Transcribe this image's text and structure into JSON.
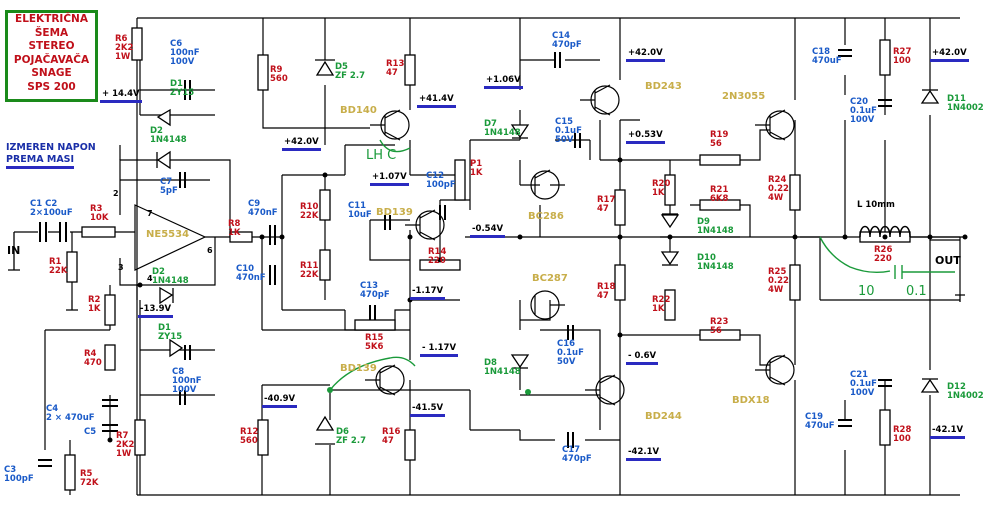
{
  "title_lines": [
    "ELEKTRIČNA",
    "ŠEMA",
    "STEREO",
    "POJAČAVAČA",
    "SNAGE",
    "SPS 200"
  ],
  "note_lines": [
    "IZMEREN NAPON",
    "PREMA MASI"
  ],
  "io": {
    "input": "IN",
    "output": "OUT"
  },
  "voltages": [
    {
      "id": "v1",
      "text": "+ 14.4V"
    },
    {
      "id": "v2",
      "text": "+42.0V"
    },
    {
      "id": "v3",
      "text": "+1.06V"
    },
    {
      "id": "v4",
      "text": "+41.4V"
    },
    {
      "id": "v5",
      "text": "+42.0V"
    },
    {
      "id": "v6",
      "text": "+42.0V"
    },
    {
      "id": "v7",
      "text": "+1.07V"
    },
    {
      "id": "v8",
      "text": "+0.53V"
    },
    {
      "id": "v9",
      "text": "-0.54V"
    },
    {
      "id": "v10",
      "text": "-13.9V"
    },
    {
      "id": "v11",
      "text": "-1.17V"
    },
    {
      "id": "v12",
      "text": "- 1.17V"
    },
    {
      "id": "v13",
      "text": "- 0.6V"
    },
    {
      "id": "v14",
      "text": "-40.9V"
    },
    {
      "id": "v15",
      "text": "-41.5V"
    },
    {
      "id": "v16",
      "text": "-42.1V"
    },
    {
      "id": "v17",
      "text": "-42.1V"
    }
  ],
  "resistors": [
    {
      "id": "r6",
      "name": "R6",
      "value": "2K2\n1W"
    },
    {
      "id": "r9",
      "name": "R9",
      "value": "560"
    },
    {
      "id": "r13",
      "name": "R13",
      "value": "47"
    },
    {
      "id": "r3",
      "name": "R3",
      "value": "10K"
    },
    {
      "id": "r1",
      "name": "R1",
      "value": "22K"
    },
    {
      "id": "r8",
      "name": "R8",
      "value": "1K"
    },
    {
      "id": "r10",
      "name": "R10",
      "value": "22K"
    },
    {
      "id": "r11",
      "name": "R11",
      "value": "22K"
    },
    {
      "id": "r14",
      "name": "R14",
      "value": "220"
    },
    {
      "id": "r17",
      "name": "R17",
      "value": "47"
    },
    {
      "id": "r19",
      "name": "R19",
      "value": "56"
    },
    {
      "id": "r20",
      "name": "R20",
      "value": "1K"
    },
    {
      "id": "r21",
      "name": "R21",
      "value": "6K8"
    },
    {
      "id": "r24",
      "name": "R24",
      "value": "0.22\n4W"
    },
    {
      "id": "r27",
      "name": "R27",
      "value": "100"
    },
    {
      "id": "r26",
      "name": "R26",
      "value": "220"
    },
    {
      "id": "r2",
      "name": "R2",
      "value": "1K"
    },
    {
      "id": "r4",
      "name": "R4",
      "value": "470"
    },
    {
      "id": "r15",
      "name": "R15",
      "value": "5K6"
    },
    {
      "id": "r18",
      "name": "R18",
      "value": "47"
    },
    {
      "id": "r22",
      "name": "R22",
      "value": "1K"
    },
    {
      "id": "r23",
      "name": "R23",
      "value": "56"
    },
    {
      "id": "r25",
      "name": "R25",
      "value": "0.22\n4W"
    },
    {
      "id": "r12",
      "name": "R12",
      "value": "560"
    },
    {
      "id": "r16",
      "name": "R16",
      "value": "47"
    },
    {
      "id": "r7",
      "name": "R7",
      "value": "2K2\n1W"
    },
    {
      "id": "r5",
      "name": "R5",
      "value": "72K"
    },
    {
      "id": "r28",
      "name": "R28",
      "value": "100"
    },
    {
      "id": "p1",
      "name": "P1",
      "value": "1K"
    }
  ],
  "capacitors": [
    {
      "id": "c6",
      "name": "C6",
      "value": "100nF\n100V"
    },
    {
      "id": "c1",
      "name": "C1  C2",
      "value": "2×100uF"
    },
    {
      "id": "c7",
      "name": "C7",
      "value": "5pF"
    },
    {
      "id": "c9",
      "name": "C9",
      "value": "470nF"
    },
    {
      "id": "c10",
      "name": "C10",
      "value": "470nF"
    },
    {
      "id": "c11",
      "name": "C11",
      "value": "10uF"
    },
    {
      "id": "c12",
      "name": "C12",
      "value": "100pF"
    },
    {
      "id": "c14",
      "name": "C14",
      "value": "470pF"
    },
    {
      "id": "c15",
      "name": "C15",
      "value": "0.1uF\n50V"
    },
    {
      "id": "c18",
      "name": "C18",
      "value": "470uF"
    },
    {
      "id": "c20",
      "name": "C20",
      "value": "0.1uF\n100V"
    },
    {
      "id": "c8",
      "name": "C8",
      "value": "100nF\n100V"
    },
    {
      "id": "c4",
      "name": "C4",
      "value": "2 × 470uF"
    },
    {
      "id": "c5",
      "name": "C5",
      "value": ""
    },
    {
      "id": "c3",
      "name": "C3",
      "value": "100pF"
    },
    {
      "id": "c13",
      "name": "C13",
      "value": "470pF"
    },
    {
      "id": "c16",
      "name": "C16",
      "value": "0.1uF\n50V"
    },
    {
      "id": "c17",
      "name": "C17",
      "value": "470pF"
    },
    {
      "id": "c19",
      "name": "C19",
      "value": "470uF"
    },
    {
      "id": "c21",
      "name": "C21",
      "value": "0.1uF\n100V"
    }
  ],
  "diodes": [
    {
      "id": "d1a",
      "name": "D1",
      "value": "ZY15"
    },
    {
      "id": "d2a",
      "name": "D2",
      "value": "1N4148"
    },
    {
      "id": "d2b",
      "name": "D2",
      "value": "1N4148"
    },
    {
      "id": "d1b",
      "name": "D1",
      "value": "ZY15"
    },
    {
      "id": "d5",
      "name": "D5",
      "value": "ZF 2.7"
    },
    {
      "id": "d6",
      "name": "D6",
      "value": "ZF 2.7"
    },
    {
      "id": "d7",
      "name": "D7",
      "value": "1N4148"
    },
    {
      "id": "d8",
      "name": "D8",
      "value": "1N4148"
    },
    {
      "id": "d9",
      "name": "D9",
      "value": "1N4148"
    },
    {
      "id": "d10",
      "name": "D10",
      "value": "1N4148"
    },
    {
      "id": "d11",
      "name": "D11",
      "value": "1N4002"
    },
    {
      "id": "d12",
      "name": "D12",
      "value": "1N4002"
    }
  ],
  "semis": [
    {
      "id": "bd140",
      "text": "BD140"
    },
    {
      "id": "bd139",
      "text": "BD139"
    },
    {
      "id": "bd139b",
      "text": "BD139"
    },
    {
      "id": "bd243",
      "text": "BD243"
    },
    {
      "id": "bd244",
      "text": "BD244"
    },
    {
      "id": "bc286",
      "text": "BC286"
    },
    {
      "id": "bc287",
      "text": "BC287"
    },
    {
      "id": "q2n3055",
      "text": "2N3055"
    },
    {
      "id": "bdx18",
      "text": "BDX18"
    },
    {
      "id": "ne5534",
      "text": "NE5534"
    }
  ],
  "inductor": {
    "name": "L 10mm"
  },
  "handwritten": {
    "near_bd140": "LH   C",
    "out_r": "10",
    "out_c": "0.1"
  },
  "colors": {
    "resistor": "#c0101a",
    "capacitor": "#1a5ac8",
    "diode": "#1a9a3a",
    "semiconductor": "#c8ae4a",
    "voltage_bar": "#2a2ac0",
    "frame": "#1a8a1a"
  }
}
